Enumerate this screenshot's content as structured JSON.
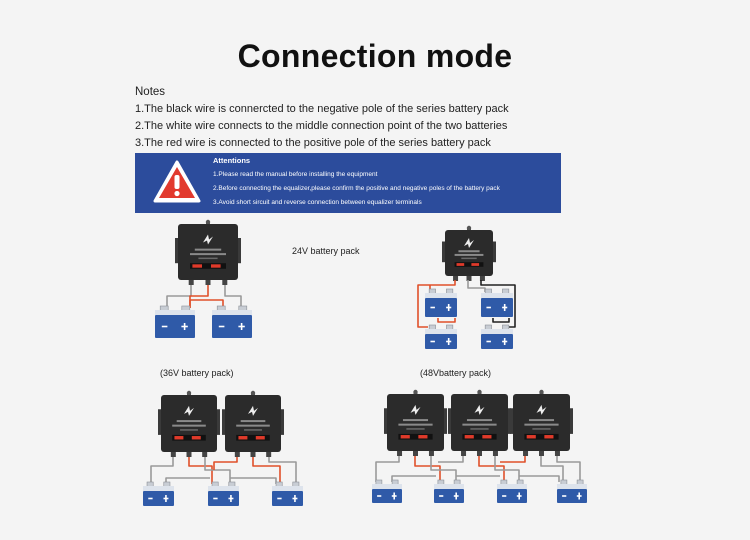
{
  "title": "Connection mode",
  "notes": {
    "heading": "Notes",
    "items": [
      "1.The black wire is connercted to the negative pole of the series battery pack",
      "2.The white wire connects to the middle connection point of the two batteries",
      "3.The red wire is connected to the positive pole of the series battery pack"
    ]
  },
  "attentions": {
    "title": "Attentions",
    "items": [
      "1.Please read the manual before installing the equipment",
      "2.Before connecting  the equalizer,please confirm the positive and negative poles of the battery pack",
      "3.Avoid short sircuit and reverse connection between equalizer terminals"
    ],
    "icon": "warning-triangle-icon",
    "background": "#2c4c9c"
  },
  "packs": {
    "v24": "24V battery pack",
    "v36": "(36V battery pack)",
    "v48": "(48Vbattery pack)"
  },
  "colors": {
    "battery": "#2f5aa8",
    "battery_top": "#dde3ec",
    "red_wire": "#e0502a",
    "black_wire": "#222222",
    "white_wire": "#9a9a9a",
    "equalizer": "#2b2b2b"
  }
}
